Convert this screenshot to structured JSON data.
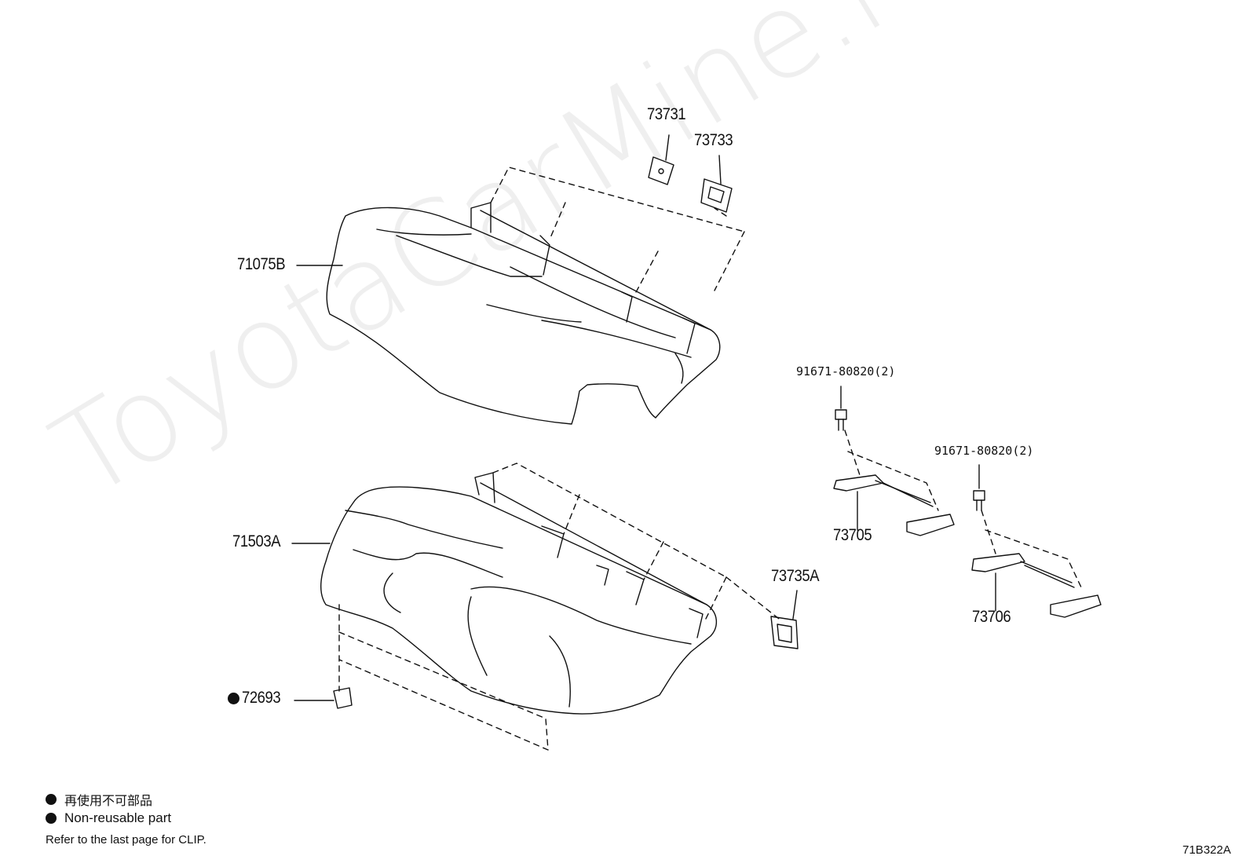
{
  "parts": {
    "p73731": "73731",
    "p73733": "73733",
    "p71075B": "71075B",
    "p71503A": "71503A",
    "p72693": "72693",
    "p73735A": "73735A",
    "p73705": "73705",
    "p73706": "73706",
    "bolt1": "91671-80820(2)",
    "bolt2": "91671-80820(2)"
  },
  "legend": {
    "jp": "再使用不可部品",
    "en": "Non-reusable part",
    "note": "Refer to the last page for CLIP."
  },
  "diagram_code": "71B322A",
  "watermark": "ToyotaCarMine.ru"
}
